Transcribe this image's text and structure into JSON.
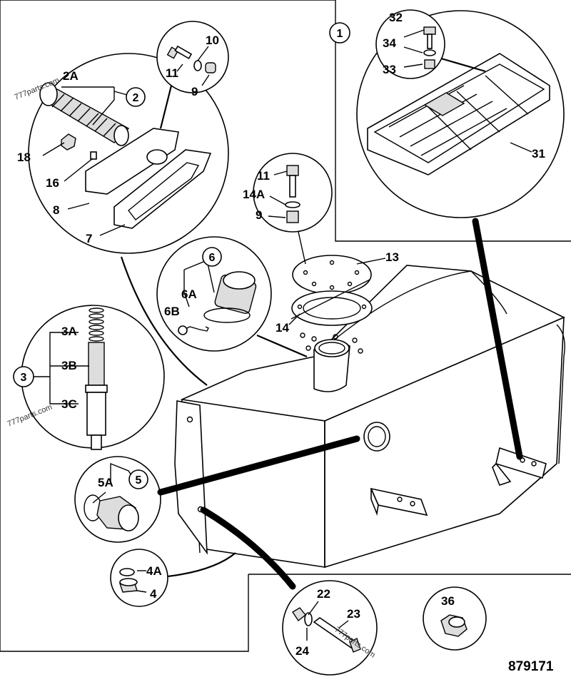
{
  "figure_number": "879171",
  "watermarks": [
    "777parts.com",
    "777parts.com",
    "777parts.com"
  ],
  "callouts": {
    "c1": "1",
    "c2": "2",
    "c3": "3",
    "c5": "5",
    "c6": "6"
  },
  "labels": {
    "l2A": "2A",
    "l3A": "3A",
    "l3B": "3B",
    "l3C": "3C",
    "l4": "4",
    "l4A": "4A",
    "l5A": "5A",
    "l6A": "6A",
    "l6B": "6B",
    "l7": "7",
    "l8": "8",
    "l9a": "9",
    "l9b": "9",
    "l10": "10",
    "l11a": "11",
    "l11b": "11",
    "l13": "13",
    "l14": "14",
    "l14A": "14A",
    "l16": "16",
    "l18": "18",
    "l22": "22",
    "l23": "23",
    "l24": "24",
    "l31": "31",
    "l32": "32",
    "l33": "33",
    "l34": "34",
    "l36": "36"
  }
}
